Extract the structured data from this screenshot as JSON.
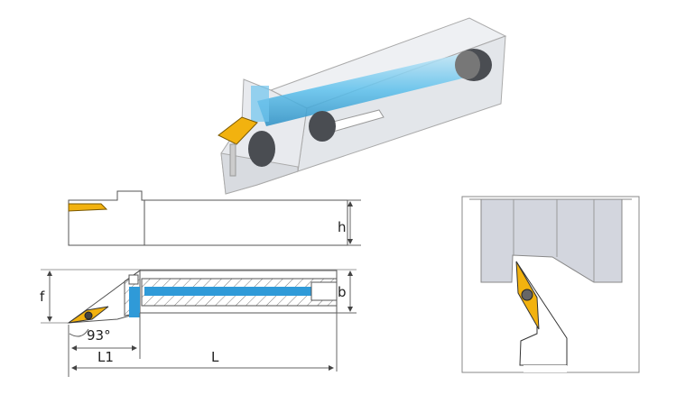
{
  "labels": {
    "height": "h",
    "width": "b",
    "offset": "f",
    "angle": "93°",
    "head_length": "L1",
    "overall_length": "L"
  },
  "colors": {
    "insert": "#f2b20f",
    "coolant": "#2f9ad8",
    "body_fill": "#ffffff",
    "line": "#555555",
    "workpiece": "#d3d6de"
  }
}
